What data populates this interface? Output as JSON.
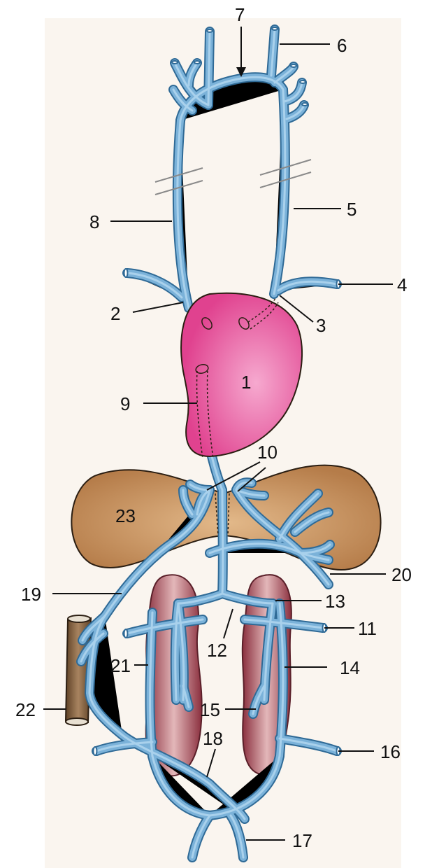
{
  "labels": {
    "l1": "1",
    "l2": "2",
    "l3": "3",
    "l4": "4",
    "l5": "5",
    "l6": "6",
    "l7": "7",
    "l8": "8",
    "l9": "9",
    "l10": "10",
    "l11": "11",
    "l12": "12",
    "l13": "13",
    "l14": "14",
    "l15": "15",
    "l16": "16",
    "l17": "17",
    "l18": "18",
    "l19": "19",
    "l20": "20",
    "l21": "21",
    "l22": "22",
    "l23": "23"
  },
  "colors": {
    "vein": "#5d99c7",
    "heart": "#e0428f",
    "liver": "#c08a55",
    "kidney": "#9a3d4a",
    "intestine": "#7a5a3a"
  }
}
